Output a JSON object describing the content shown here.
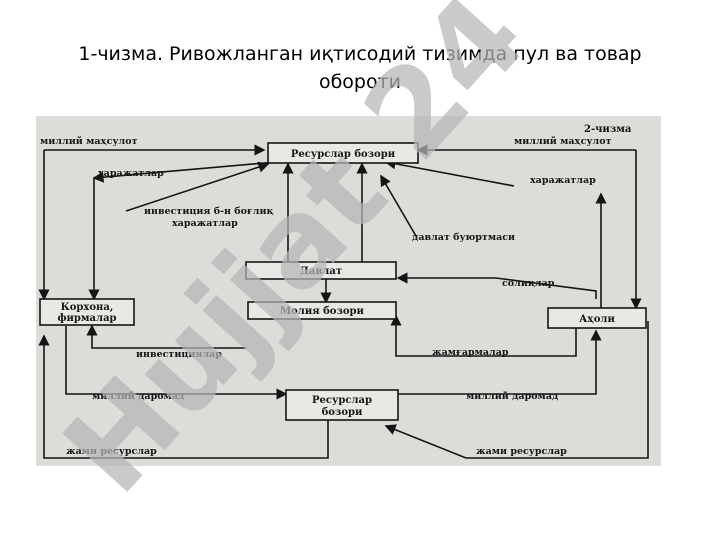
{
  "title_line1": "1-чизма. Ривожланган иқтисодий тизимда пул ва товар",
  "title_line2": "обороти",
  "figure_label": "2-чизма",
  "boxes": {
    "resource_market_top": "Ресурслар бозори",
    "state": "Давлат",
    "finance_market": "Молия бозори",
    "firms_line1": "Корхона,",
    "firms_line2": "фирмалар",
    "population": "Аҳоли",
    "resource_market_bottom_line1": "Ресурслар",
    "resource_market_bottom_line2": "бозори"
  },
  "labels": {
    "national_product_left": "миллий маҳсулот",
    "national_product_right": "миллий маҳсулот",
    "expenses_left": "харажатлар",
    "expenses_right": "харажатлар",
    "investment_line1": "инвестиция б-н боғлиқ",
    "investment_line2": "харажатлар",
    "state_order": "давлат буюртмаси",
    "taxes": "солиқлар",
    "investments": "инвестициялар",
    "savings": "жамғармалар",
    "national_income_left": "миллий даромад",
    "national_income_right": "миллий даромад",
    "total_resources_left": "жами ресурслар",
    "total_resources_right": "жами ресурслар"
  },
  "watermark": "Hujjat 24",
  "colors": {
    "scan_bg": "#dcdcd8",
    "ink": "#151515",
    "watermark": "#b5b5b8"
  }
}
